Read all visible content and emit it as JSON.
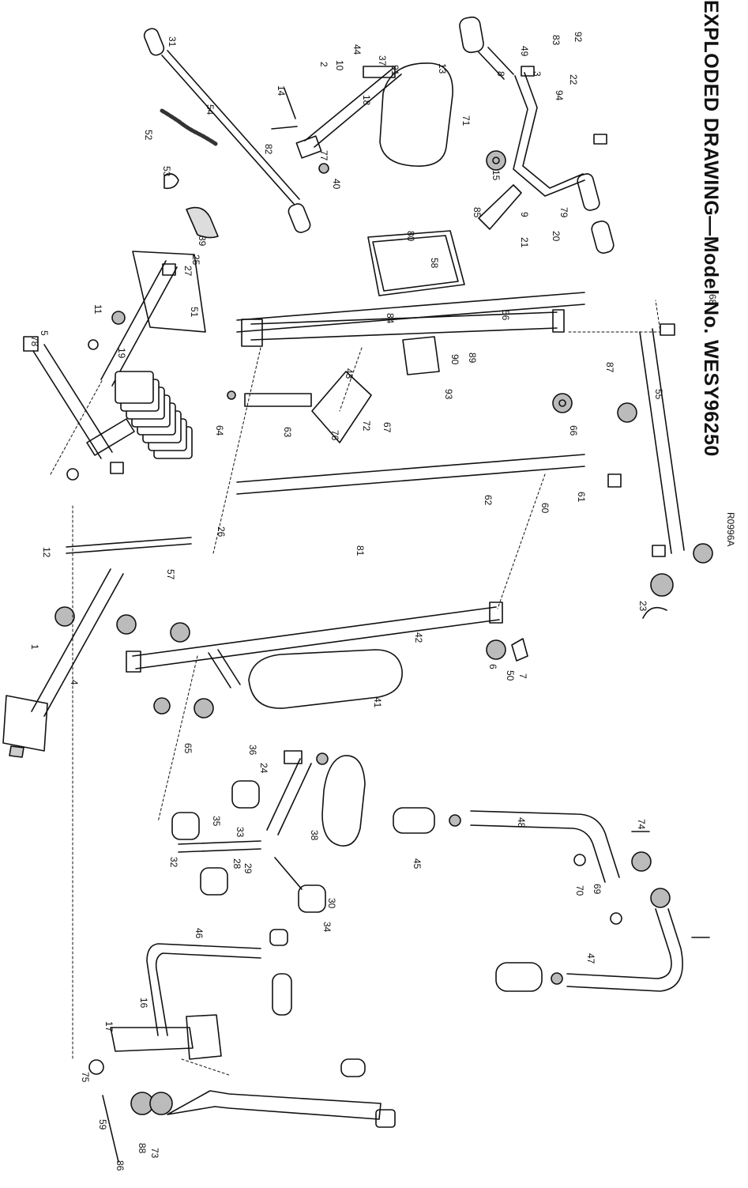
{
  "title": {
    "main": "EXPLODED DRAWING",
    "sep": "—",
    "model": "Model No. WESY96250"
  },
  "drawing_code": "R0996A",
  "part_numbers": [
    "1",
    "2",
    "3",
    "4",
    "5",
    "6",
    "7",
    "8",
    "9",
    "10",
    "11",
    "12",
    "13",
    "14",
    "15",
    "16",
    "17",
    "18",
    "19",
    "20",
    "21",
    "22",
    "23",
    "24",
    "25",
    "26",
    "27",
    "28",
    "29",
    "30",
    "31",
    "32",
    "33",
    "34",
    "35",
    "36",
    "37",
    "38",
    "39",
    "40",
    "41",
    "42",
    "43",
    "44",
    "45",
    "46",
    "47",
    "48",
    "49",
    "50",
    "51",
    "52",
    "53",
    "54",
    "55",
    "56",
    "57",
    "58",
    "59",
    "60",
    "61",
    "62",
    "63",
    "64",
    "65",
    "66",
    "67",
    "68",
    "69",
    "70",
    "71",
    "72",
    "73",
    "74",
    "75",
    "76",
    "77",
    "78",
    "79",
    "80",
    "81",
    "82",
    "83",
    "84",
    "85",
    "86",
    "87",
    "88",
    "89",
    "90",
    "91",
    "92",
    "93",
    "94"
  ],
  "colors": {
    "ink": "#111111",
    "fill": "#ffffff",
    "shade": "#bdbdbd"
  }
}
